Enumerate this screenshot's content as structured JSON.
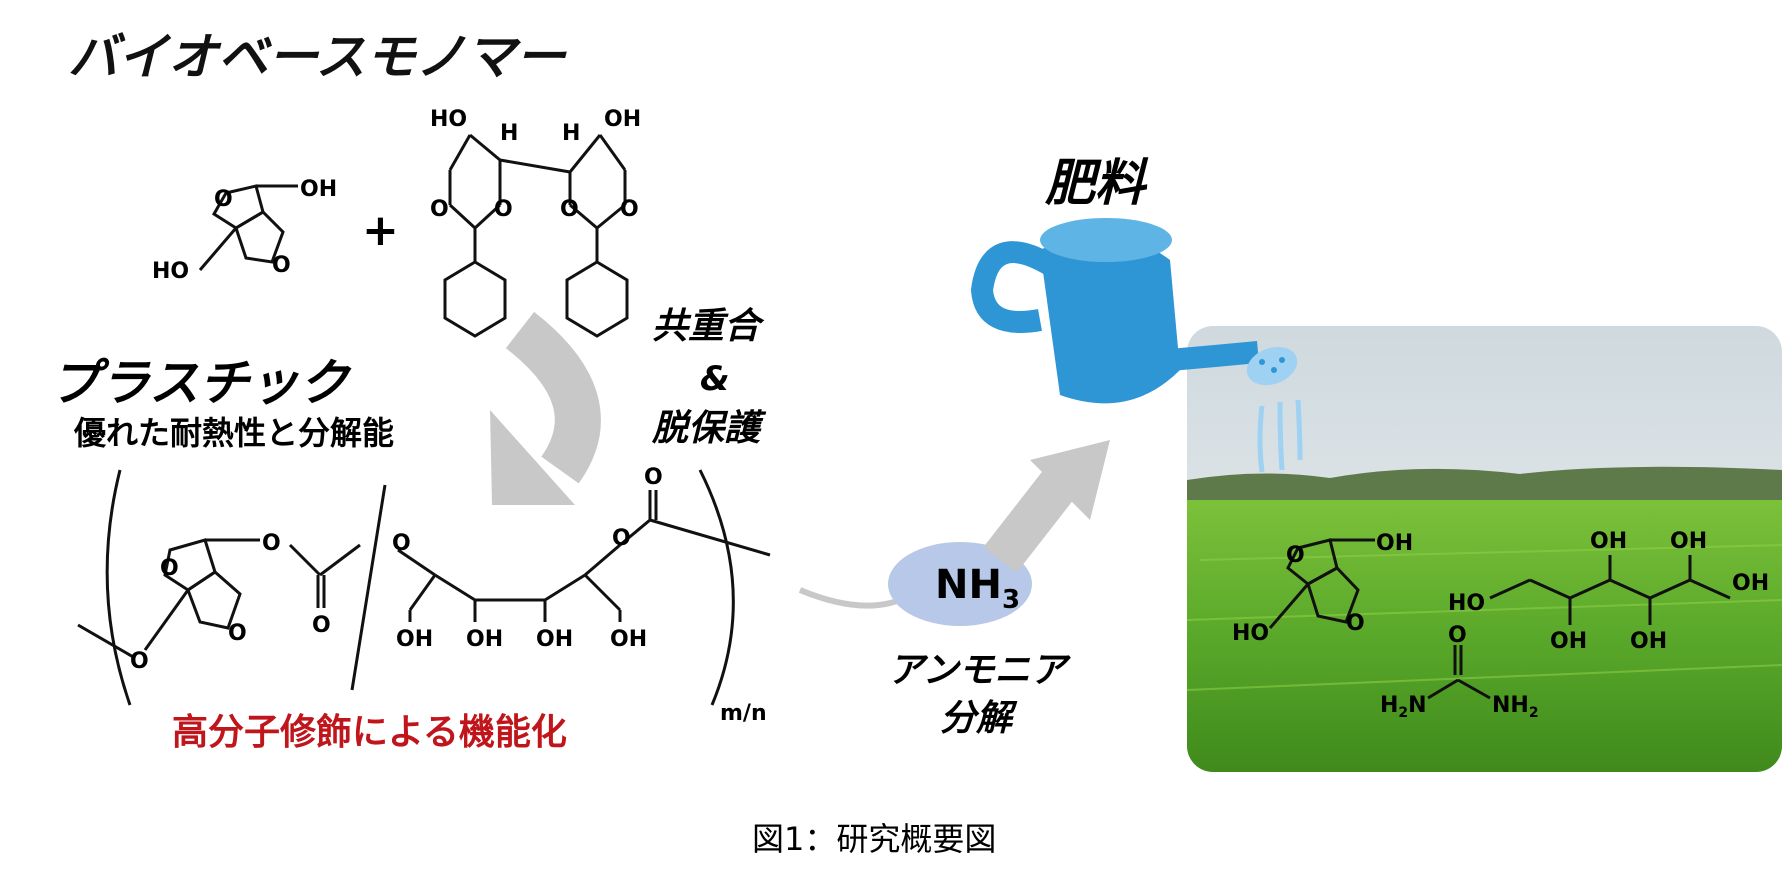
{
  "title_monomer": "バイオベースモノマー",
  "title_plastic": "プラスチック",
  "plastic_feature": "優れた耐熱性と分解能",
  "copolymerization": {
    "line1": "共重合",
    "line2": "&",
    "line3": "脱保護"
  },
  "modification": "高分子修飾による機能化",
  "repeat_label": "m/n",
  "fertilizer": "肥料",
  "ammonia": {
    "formula": "NH",
    "subscript": "3",
    "decomp_line1": "アンモニア",
    "decomp_line2": "分解"
  },
  "plus_sign": "+",
  "atoms": {
    "hydroxyl": "OH",
    "hydroxyl_left": "HO",
    "oxygen": "O",
    "hydrogen": "H",
    "amine_left": "H",
    "amine_left_sub": "2",
    "amine_left_n": "N",
    "amine_right": "NH",
    "amine_right_sub": "2"
  },
  "caption": "図1：研究概要図",
  "colors": {
    "accent_red": "#c0151b",
    "arrow_gray": "#c8c8c8",
    "ammonia_ellipse": "#b7c8e8",
    "watering_can": "#2f96d6",
    "field_green": "#4fa81e",
    "sky": "#dfe7ea"
  }
}
